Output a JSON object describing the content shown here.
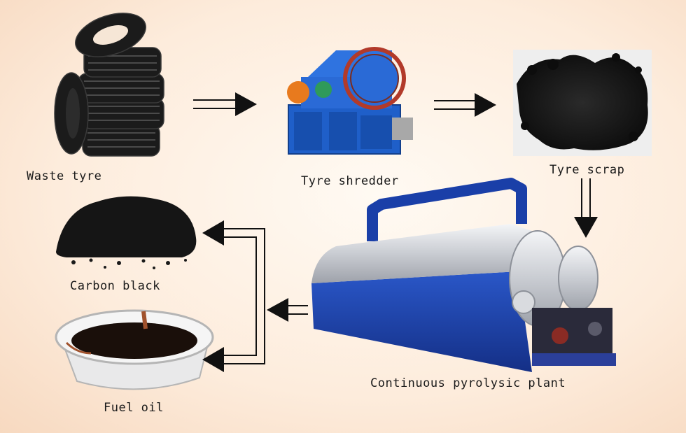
{
  "nodes": {
    "waste_tyre": "Waste tyre",
    "tyre_shredder": "Tyre shredder",
    "tyre_scrap": "Tyre scrap",
    "carbon_black": "Carbon black",
    "fuel_oil": "Fuel oil",
    "pyrolysis_plant": "Continuous pyrolysic plant"
  },
  "colors": {
    "arrow": "#111111",
    "machine_blue": "#1f5fc9",
    "reactor_blue": "#1a3fa8",
    "reactor_silver": "#c9ccd2",
    "tyre": "#1b1b1b",
    "basin": "#e9e9ea",
    "oil": "#1a0f0a",
    "rust": "#a0522d"
  }
}
